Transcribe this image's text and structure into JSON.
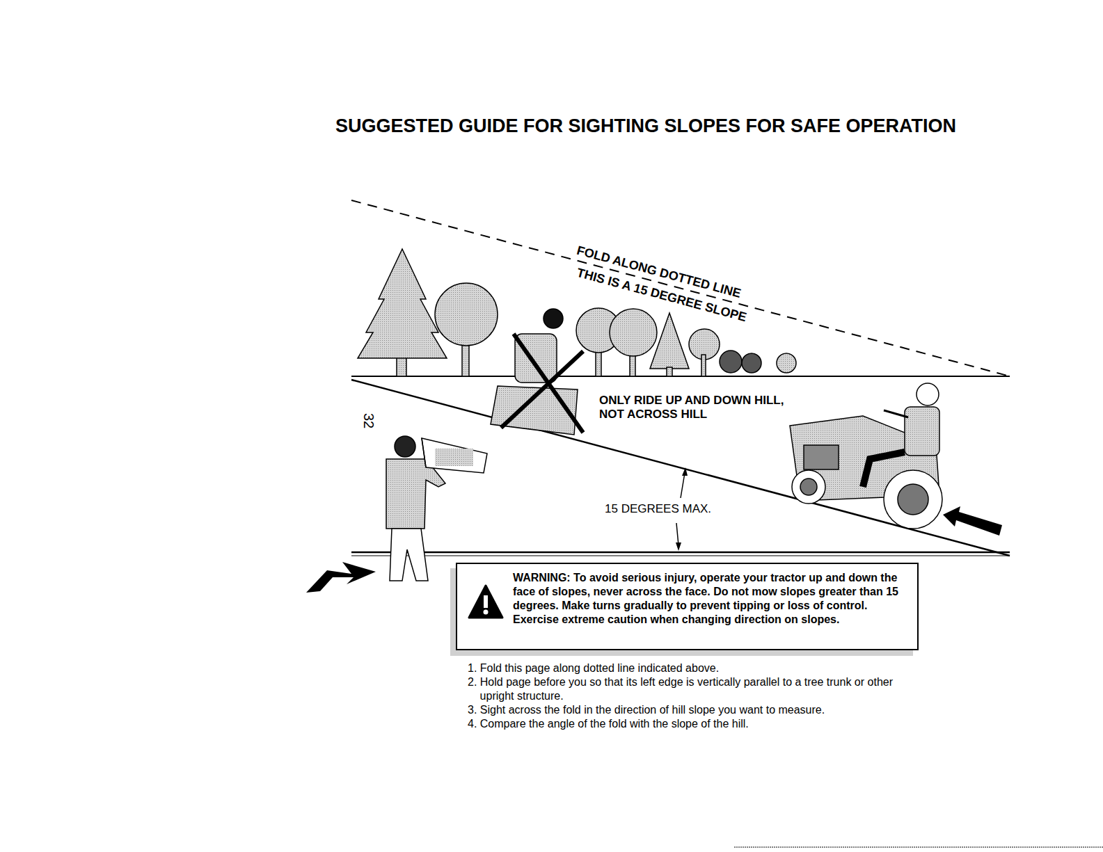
{
  "diagram": {
    "title": "SUGGESTED GUIDE FOR SIGHTING SLOPES FOR SAFE OPERATION",
    "nodes": [
      {
        "text": [
          "WARNING: To avoid serious injury, operate your tractor up and down the face of slopes, never across the face. Do not mow slopes greater than 15 degrees. Make turns gradually to prevent tipping or loss of control. Exercise extreme caution when changing direction on slopes."
        ]
      }
    ],
    "labels": [
      "32",
      "FOLD ALONG DOTTED LINE",
      "THIS IS A 15 DEGREE SLOPE",
      "ONLY RIDE UP AND DOWN HILL, NOT ACROSS HILL",
      "15 DEGREES MAX.",
      "1. Fold this page along dotted line indicated above.",
      "2. Hold page before you so that its left edge is vertically parallel to a tree trunk or other upright structure.",
      "3. Sight across the fold in the direction of hill slope you want to measure.",
      "4. Compare the angle of the fold with the slope of the hill."
    ]
  }
}
